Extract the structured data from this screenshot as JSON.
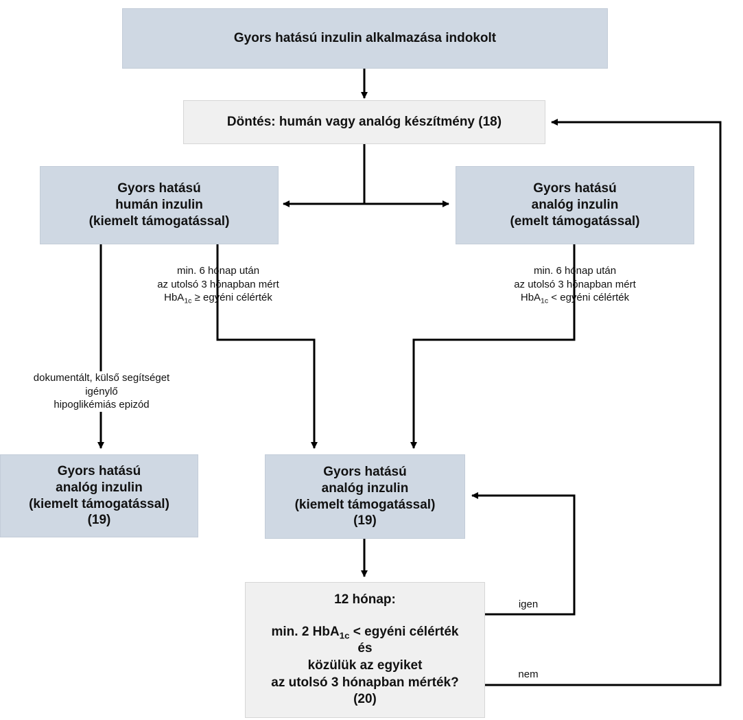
{
  "boxes": {
    "start": {
      "line1": "Gyors hatású inzulin alkalmazása indokolt"
    },
    "decision": {
      "line1": "Döntés: humán vagy analóg készítmény (18)"
    },
    "human": {
      "line1": "Gyors hatású",
      "line2": "humán inzulin",
      "line3": "(kiemelt támogatással)"
    },
    "analog_emelt": {
      "line1": "Gyors hatású",
      "line2": "analóg inzulin",
      "line3": "(emelt támogatással)"
    },
    "analog_left": {
      "line1": "Gyors hatású",
      "line2": "analóg inzulin",
      "line3": "(kiemelt támogatással)",
      "line4": "(19)"
    },
    "analog_center": {
      "line1": "Gyors hatású",
      "line2": "analóg inzulin",
      "line3": "(kiemelt támogatással)",
      "line4": "(19)"
    },
    "check": {
      "line1": "12 hónap:",
      "line2_pre": "min. 2 HbA",
      "line2_sub": "1c",
      "line2_post": " < egyéni célérték",
      "line3": "és",
      "line4": "közülük az egyiket",
      "line5": "az utolsó 3 hónapban mérték?",
      "line6": "(20)"
    }
  },
  "labels": {
    "left_hba": {
      "line1": "min. 6 hónap után",
      "line2": "az utolsó 3 hónapban mért",
      "line3_pre": "HbA",
      "line3_sub": "1c",
      "line3_post": " ≥ egyéni célérték"
    },
    "right_hba": {
      "line1": "min. 6 hónap után",
      "line2": "az utolsó 3 hónapban mért",
      "line3_pre": "HbA",
      "line3_sub": "1c",
      "line3_post": " < egyéni célérték"
    },
    "hypo": {
      "line1": "dokumentált, külső segítséget",
      "line2": "igénylő",
      "line3": "hipoglikémiás epizód"
    },
    "igen": "igen",
    "nem": "nem"
  }
}
